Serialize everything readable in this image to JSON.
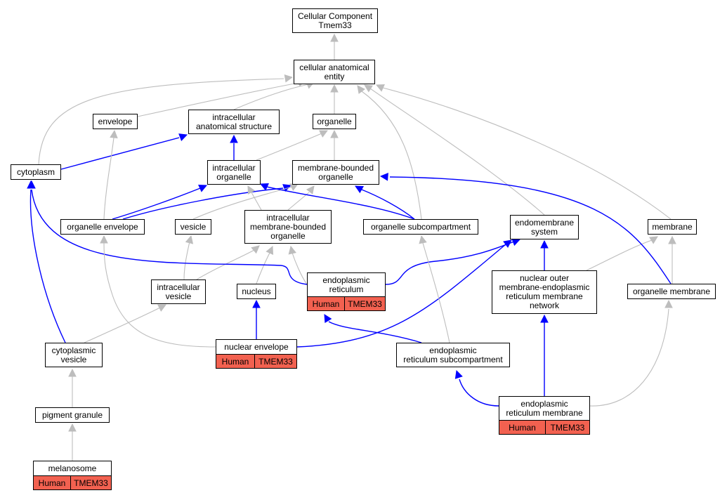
{
  "colors": {
    "is_a_edge": "#bdbdbd",
    "part_of_edge": "#0000ff",
    "annotation_fill": "#f26150"
  },
  "nodes": [
    {
      "id": "cc",
      "label": "Cellular Component\nTmem33"
    },
    {
      "id": "cae",
      "label": "cellular anatomical\nentity"
    },
    {
      "id": "env",
      "label": "envelope"
    },
    {
      "id": "ias",
      "label": "intracellular\nanatomical structure"
    },
    {
      "id": "org",
      "label": "organelle"
    },
    {
      "id": "cyt",
      "label": "cytoplasm"
    },
    {
      "id": "io",
      "label": "intracellular\norganelle"
    },
    {
      "id": "mbo",
      "label": "membrane-bounded\norganelle"
    },
    {
      "id": "oe",
      "label": "organelle envelope"
    },
    {
      "id": "ves",
      "label": "vesicle"
    },
    {
      "id": "imbo",
      "label": "intracellular\nmembrane-bounded\norganelle"
    },
    {
      "id": "osc",
      "label": "organelle subcompartment"
    },
    {
      "id": "ems",
      "label": "endomembrane\nsystem"
    },
    {
      "id": "mem",
      "label": "membrane"
    },
    {
      "id": "iv",
      "label": "intracellular\nvesicle"
    },
    {
      "id": "nuc",
      "label": "nucleus"
    },
    {
      "id": "er",
      "label": "endoplasmic\nreticulum",
      "annotation": [
        "Human",
        "TMEM33"
      ]
    },
    {
      "id": "nom",
      "label": "nuclear outer\nmembrane-endoplasmic\nreticulum membrane\nnetwork"
    },
    {
      "id": "om",
      "label": "organelle membrane"
    },
    {
      "id": "cv",
      "label": "cytoplasmic\nvesicle"
    },
    {
      "id": "ne",
      "label": "nuclear envelope",
      "annotation": [
        "Human",
        "TMEM33"
      ]
    },
    {
      "id": "ersc",
      "label": "endoplasmic\nreticulum subcompartment"
    },
    {
      "id": "pg",
      "label": "pigment granule"
    },
    {
      "id": "erm",
      "label": "endoplasmic\nreticulum membrane",
      "annotation": [
        "Human",
        "TMEM33"
      ]
    },
    {
      "id": "mel",
      "label": "melanosome",
      "annotation": [
        "Human",
        "TMEM33"
      ]
    }
  ],
  "edges": [
    {
      "from": "cae",
      "to": "cc",
      "type": "is_a"
    },
    {
      "from": "env",
      "to": "cae",
      "type": "is_a"
    },
    {
      "from": "ias",
      "to": "cae",
      "type": "is_a"
    },
    {
      "from": "org",
      "to": "cae",
      "type": "is_a"
    },
    {
      "from": "cyt",
      "to": "cae",
      "type": "is_a"
    },
    {
      "from": "cyt",
      "to": "ias",
      "type": "part_of"
    },
    {
      "from": "io",
      "to": "ias",
      "type": "part_of"
    },
    {
      "from": "io",
      "to": "org",
      "type": "is_a"
    },
    {
      "from": "mbo",
      "to": "org",
      "type": "is_a"
    },
    {
      "from": "oe",
      "to": "env",
      "type": "is_a"
    },
    {
      "from": "oe",
      "to": "io",
      "type": "part_of"
    },
    {
      "from": "oe",
      "to": "mbo",
      "type": "part_of"
    },
    {
      "from": "ves",
      "to": "mbo",
      "type": "is_a"
    },
    {
      "from": "imbo",
      "to": "io",
      "type": "is_a"
    },
    {
      "from": "imbo",
      "to": "mbo",
      "type": "is_a"
    },
    {
      "from": "osc",
      "to": "io",
      "type": "part_of"
    },
    {
      "from": "osc",
      "to": "mbo",
      "type": "part_of"
    },
    {
      "from": "osc",
      "to": "cae",
      "type": "is_a"
    },
    {
      "from": "ems",
      "to": "cae",
      "type": "is_a"
    },
    {
      "from": "mem",
      "to": "cae",
      "type": "is_a"
    },
    {
      "from": "iv",
      "to": "ves",
      "type": "is_a"
    },
    {
      "from": "iv",
      "to": "imbo",
      "type": "is_a"
    },
    {
      "from": "nuc",
      "to": "imbo",
      "type": "is_a"
    },
    {
      "from": "er",
      "to": "imbo",
      "type": "is_a"
    },
    {
      "from": "er",
      "to": "cyt",
      "type": "part_of"
    },
    {
      "from": "er",
      "to": "ems",
      "type": "part_of"
    },
    {
      "from": "nom",
      "to": "ems",
      "type": "part_of"
    },
    {
      "from": "nom",
      "to": "mem",
      "type": "is_a"
    },
    {
      "from": "om",
      "to": "mem",
      "type": "is_a"
    },
    {
      "from": "om",
      "to": "mbo",
      "type": "part_of"
    },
    {
      "from": "cv",
      "to": "cyt",
      "type": "part_of"
    },
    {
      "from": "cv",
      "to": "iv",
      "type": "is_a"
    },
    {
      "from": "ne",
      "to": "oe",
      "type": "is_a"
    },
    {
      "from": "ne",
      "to": "nuc",
      "type": "part_of"
    },
    {
      "from": "ne",
      "to": "ems",
      "type": "part_of"
    },
    {
      "from": "ersc",
      "to": "er",
      "type": "part_of"
    },
    {
      "from": "ersc",
      "to": "osc",
      "type": "is_a"
    },
    {
      "from": "pg",
      "to": "cv",
      "type": "is_a"
    },
    {
      "from": "erm",
      "to": "ersc",
      "type": "part_of"
    },
    {
      "from": "erm",
      "to": "nom",
      "type": "part_of"
    },
    {
      "from": "erm",
      "to": "om",
      "type": "is_a"
    },
    {
      "from": "mel",
      "to": "pg",
      "type": "is_a"
    }
  ]
}
